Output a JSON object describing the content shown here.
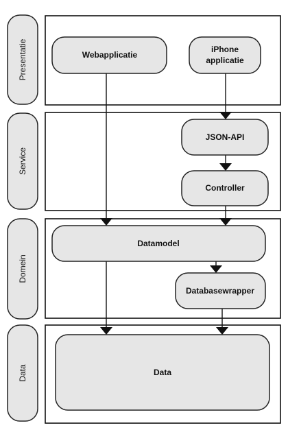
{
  "lanes": {
    "presentatie": "Presentatie",
    "service": "Service",
    "domein": "Domein",
    "data": "Data"
  },
  "nodes": {
    "webapplicatie": "Webapplicatie",
    "iphone_line1": "iPhone",
    "iphone_line2": "applicatie",
    "json_api": "JSON-API",
    "controller": "Controller",
    "datamodel": "Datamodel",
    "databasewrapper": "Databasewrapper",
    "data": "Data"
  }
}
